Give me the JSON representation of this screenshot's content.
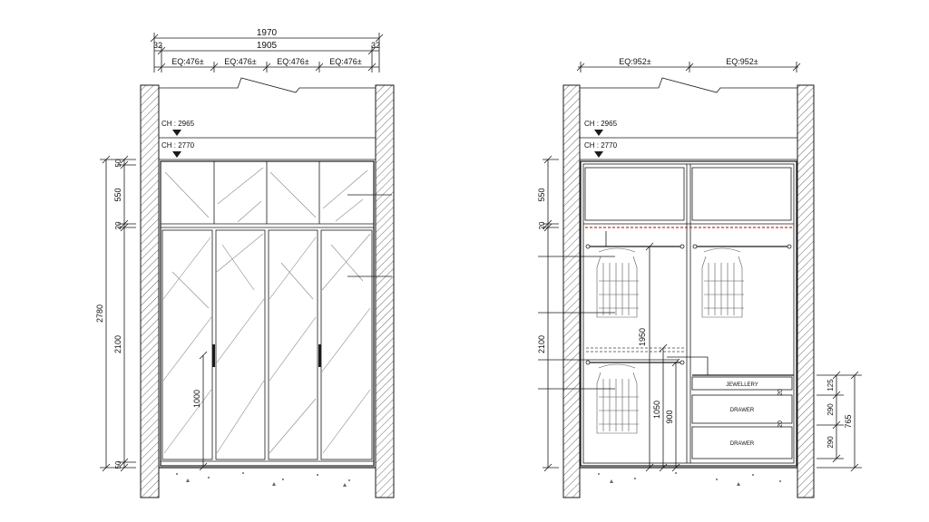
{
  "front_elevation": {
    "overall_width": "1970",
    "inner_width": "1905",
    "side_left": "32",
    "side_right": "32",
    "door_widths": [
      "EQ:476±",
      "EQ:476±",
      "EQ:476±",
      "EQ:476±"
    ],
    "ch_upper": "CH : 2965",
    "ch_lower": "CH : 2770",
    "dims_left": [
      "50",
      "550",
      "20",
      "2100",
      "50",
      "2780"
    ],
    "handle_height": "1000"
  },
  "internal_elevation": {
    "bay_widths": [
      "EQ:952±",
      "EQ:952±"
    ],
    "ch_upper": "CH : 2965",
    "ch_lower": "CH : 2770",
    "dims_left": [
      "550",
      "20",
      "2100"
    ],
    "rail_dims": [
      "1950",
      "1050",
      "900"
    ],
    "drawer_labels": [
      "JEWELLERY",
      "DRAWER",
      "DRAWER"
    ],
    "drawer_dims_inner": [
      "20",
      "20"
    ],
    "drawer_dims_right": [
      "125",
      "290",
      "765",
      "290"
    ]
  },
  "colors": {
    "ink": "#1a1a1a",
    "accent": "#c0392b",
    "hatch": "#555555"
  }
}
